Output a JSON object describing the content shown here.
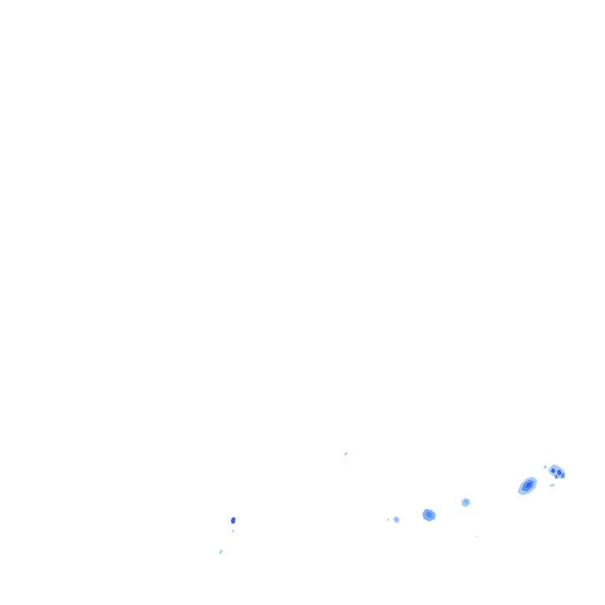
{
  "map": {
    "layer": "radar-precipitation-overlay",
    "background_color": "#ffffff",
    "palette": {
      "light": "#a9cdfa",
      "mid": "#7fb2f6",
      "strong": "#5b8ff0",
      "intense": "#3b5fe6"
    },
    "echo_intensities": [
      "light",
      "mid",
      "strong",
      "intense"
    ]
  }
}
